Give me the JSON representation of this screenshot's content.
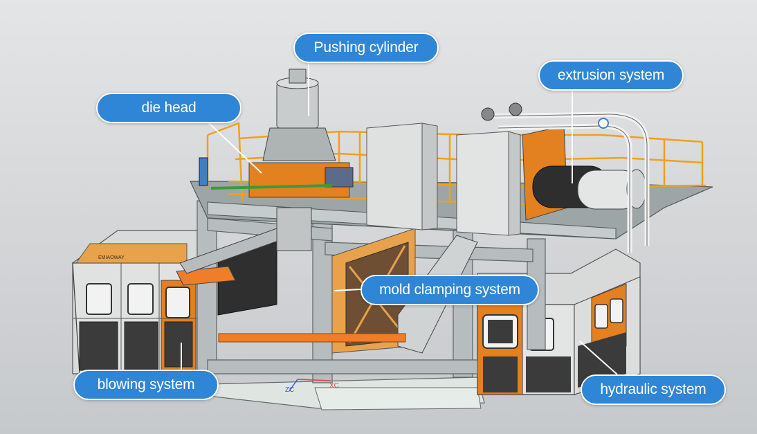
{
  "labels": {
    "pushing_cylinder": "Pushing cylinder",
    "die_head": "die head",
    "extrusion_system": "extrusion system",
    "mold_clamping_system": "mold clamping system",
    "blowing_system": "blowing system",
    "hydraulic_system": "hydraulic system"
  },
  "brand_plate": "EMIAOWAY",
  "axes": {
    "x": "XC",
    "z": "ZC"
  },
  "colors": {
    "callout_fill": "#2f86d6",
    "callout_border": "#ffffff",
    "frame_gray": "#b7bdbe",
    "railing_orange": "#f0a019",
    "panel_orange": "#e3801f",
    "panel_dark": "#3b3b3b",
    "leader_line": "#ffffff"
  }
}
